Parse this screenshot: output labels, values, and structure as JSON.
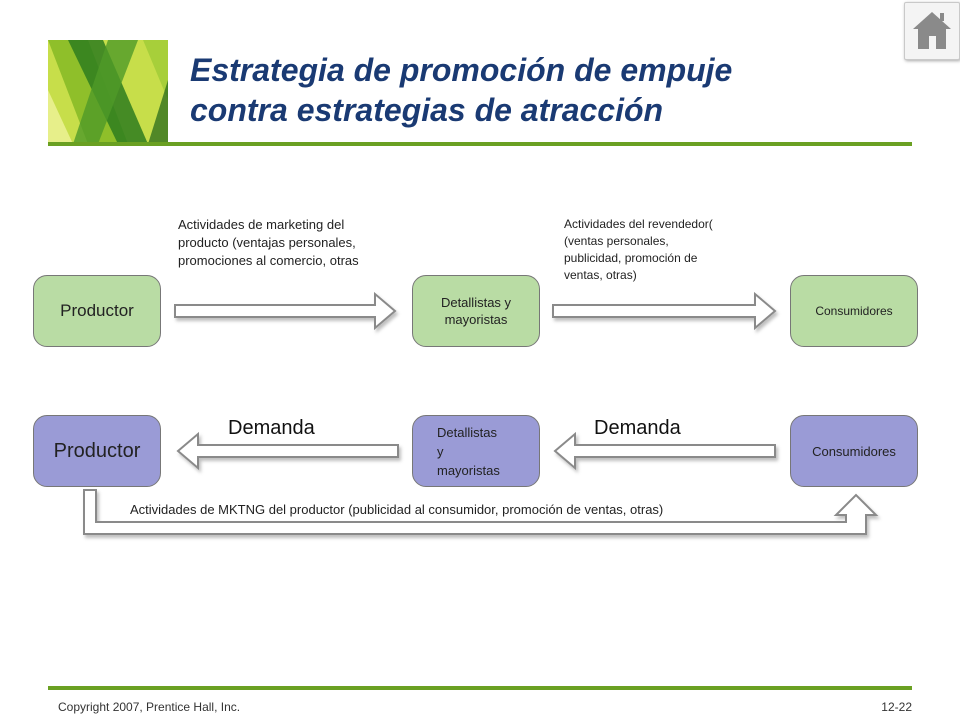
{
  "slide": {
    "title_line1": "Estrategia de promoción de empuje",
    "title_line2": "contra estrategias de atracción",
    "footer_left": "Copyright 2007, Prentice Hall, Inc.",
    "footer_right": "12-22"
  },
  "push": {
    "producer": "Productor",
    "middle": "Detallistas y mayoristas",
    "consumer": "Consumidores",
    "note1": "Actividades de marketing del producto (ventajas personales, promociones al comercio, otras",
    "note2": "Actividades del revendedor( (ventas personales, publicidad, promoción de ventas, otras)"
  },
  "pull": {
    "producer": "Productor",
    "middle_line1": "Detallistas",
    "middle_line2": "y",
    "middle_line3": "mayoristas",
    "consumer": "Consumidores",
    "demand1": "Demanda",
    "demand2": "Demanda",
    "bottom_note": "Actividades de MKTNG del productor (publicidad al consumidor, promoción de ventas, otras)"
  },
  "colors": {
    "accent_green": "#6aa022",
    "title_blue": "#1a3a73",
    "push_box": "#b9dca4",
    "pull_box": "#9a9bd6"
  },
  "icons": {
    "home": "home-icon"
  }
}
